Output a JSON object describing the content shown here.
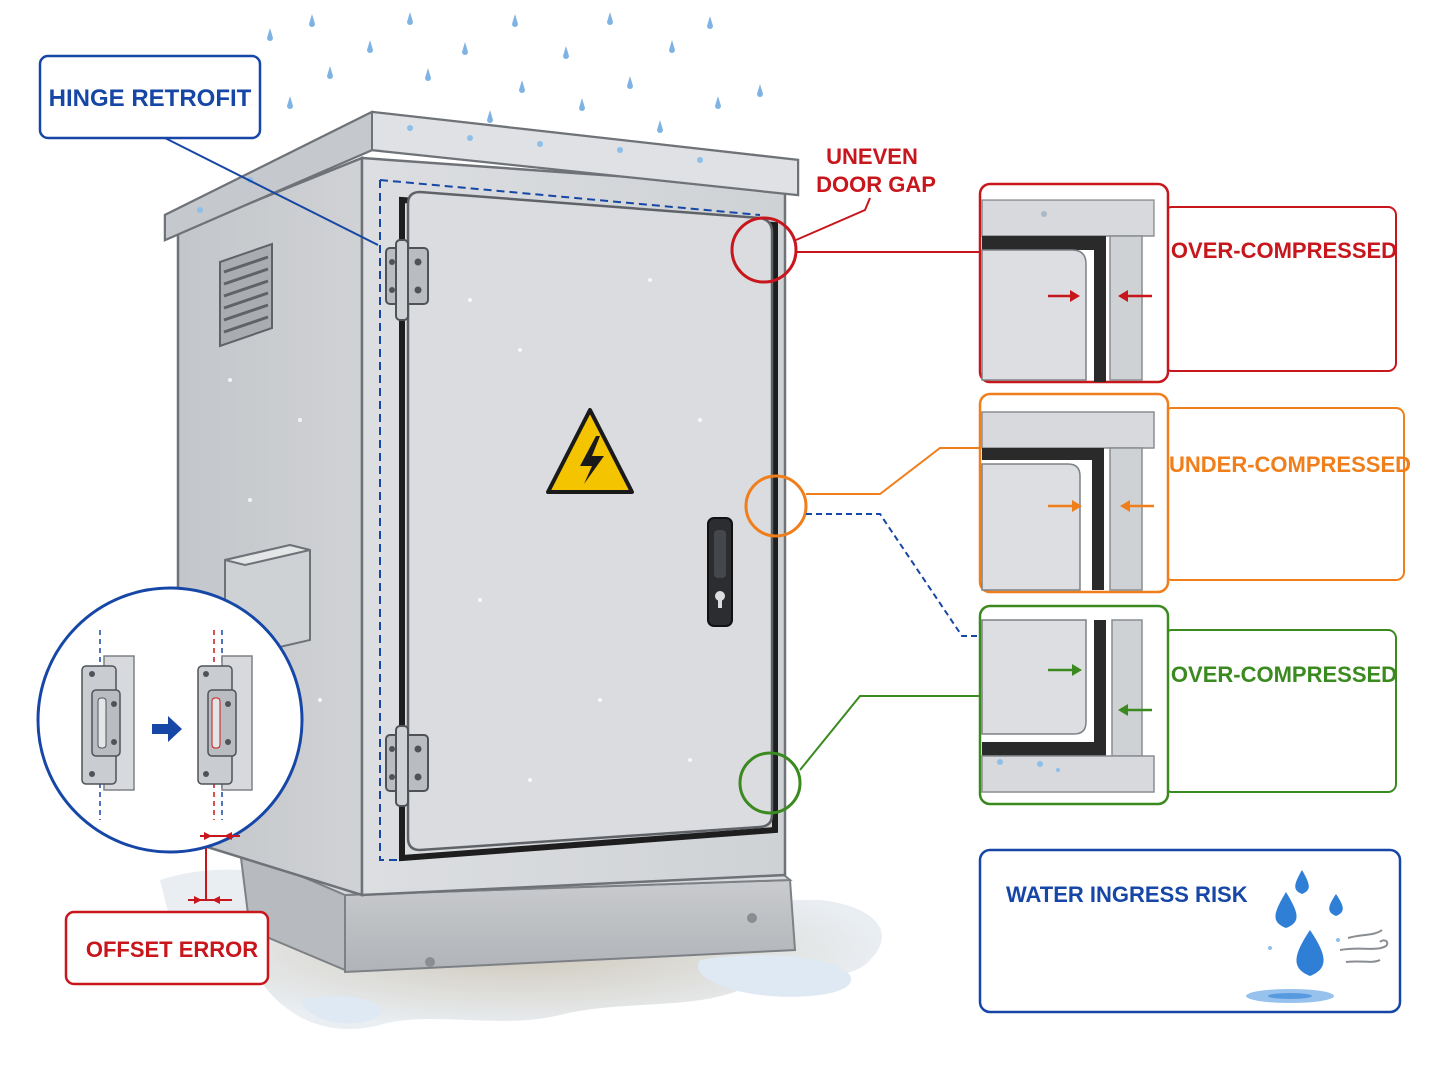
{
  "labels": {
    "hinge_retrofit": "HINGE RETROFIT",
    "uneven_door_gap_line1": "UNEVEN",
    "uneven_door_gap_line2": "DOOR GAP",
    "detail_top": "OVER-COMPRESSED",
    "detail_middle": "UNDER-COMPRESSED",
    "detail_bottom": "OVER-COMPRESSED",
    "water_ingress_risk": "WATER INGRESS RISK",
    "offset_error": "OFFSET ERROR"
  },
  "colors": {
    "blue": "#1747a6",
    "red": "#c8161d",
    "orange": "#f07e1a",
    "green": "#3a8a1f",
    "cabinet": "#d4d6d9",
    "cabinet_dark": "#b9bcc0",
    "gasket": "#222222",
    "water": "#2f7fd6",
    "warning_yellow": "#f5c400"
  },
  "icons": {
    "warning": "high-voltage-warning-icon",
    "arrow": "right-arrow-icon",
    "water": "water-drops-icon"
  }
}
